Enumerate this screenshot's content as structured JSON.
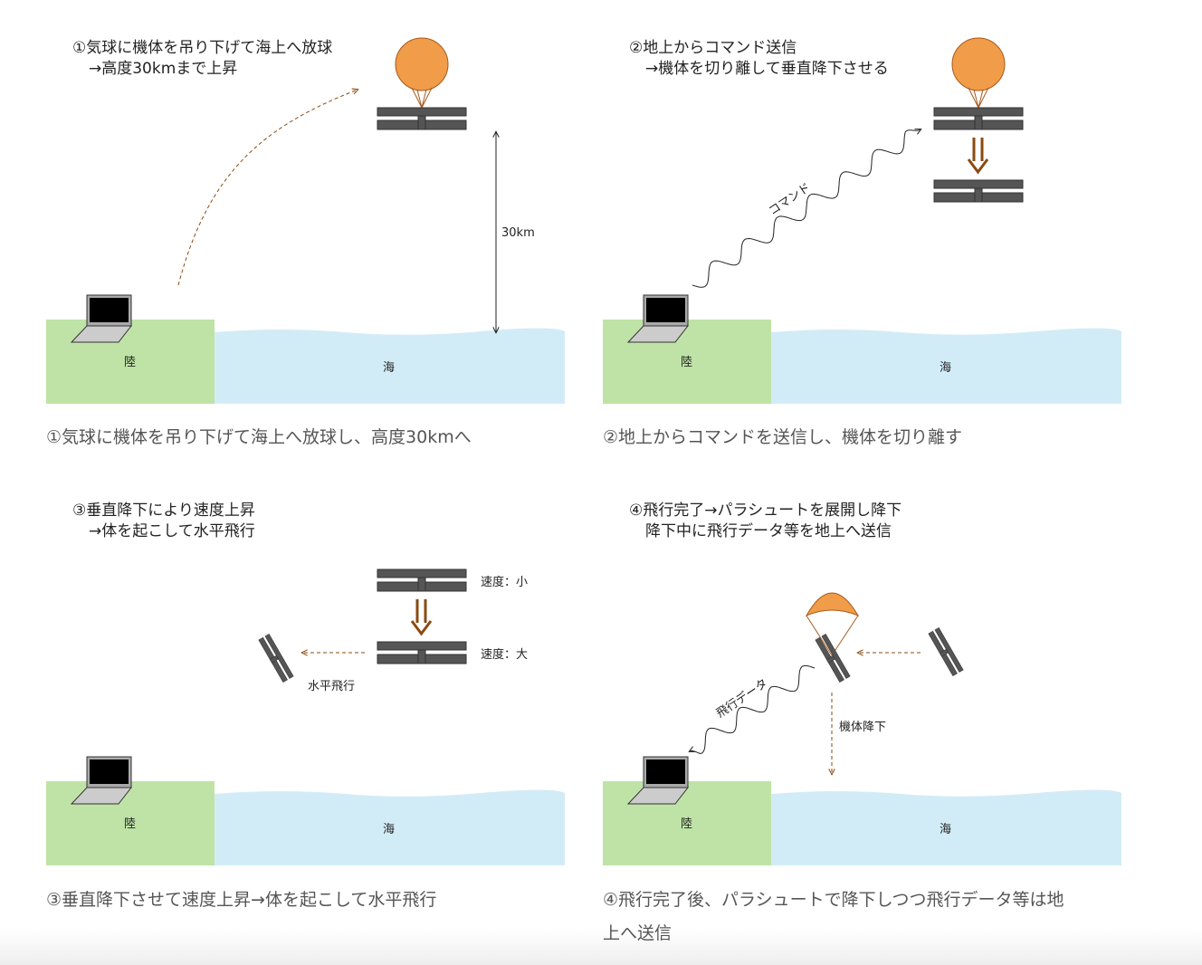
{
  "colors": {
    "land": "#bfe3a6",
    "sea": "#d2ecf7",
    "balloon": "#f09c48",
    "plane": "#555555",
    "arrow": "#8a4b12"
  },
  "panels": [
    {
      "heading": [
        "①気球に機体を吊り下げて海上へ放球",
        "→高度30kmまで上昇"
      ],
      "land": "陸",
      "sea": "海",
      "altitude": "30km",
      "caption": [
        "①気球に機体を吊り下げて海上へ放球し、高度30kmへ"
      ]
    },
    {
      "heading": [
        "②地上からコマンド送信",
        "→機体を切り離して垂直降下させる"
      ],
      "land": "陸",
      "sea": "海",
      "command": "コマンド",
      "caption": [
        "②地上からコマンドを送信し、機体を切り離す"
      ]
    },
    {
      "heading": [
        "③垂直降下により速度上昇",
        "→体を起こして水平飛行"
      ],
      "land": "陸",
      "sea": "海",
      "speed_low": "速度：小",
      "speed_high": "速度：大",
      "level_flight": "水平飛行",
      "caption": [
        "③垂直降下させて速度上昇→体を起こして水平飛行"
      ]
    },
    {
      "heading": [
        "④飛行完了→パラシュートを展開し降下",
        "降下中に飛行データ等を地上へ送信"
      ],
      "land": "陸",
      "sea": "海",
      "flight_data": "飛行データ",
      "descent": "機体降下",
      "caption": [
        "④飛行完了後、パラシュートで降下しつつ飛行データ等は地",
        "上へ送信"
      ]
    }
  ]
}
